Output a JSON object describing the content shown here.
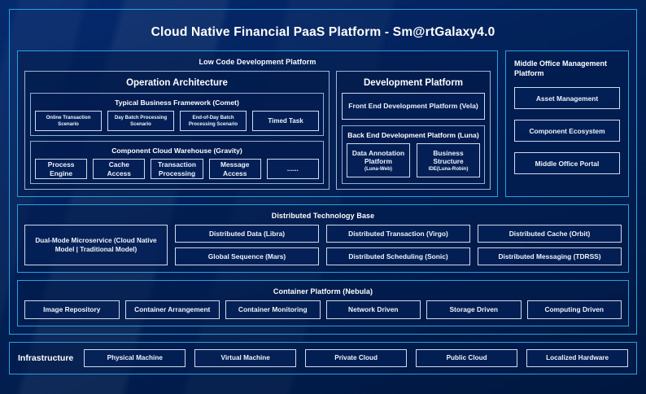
{
  "page": {
    "title": "Cloud Native Financial PaaS Platform - Sm@rtGalaxy4.0",
    "accent_border": "#2a9fe0",
    "panel_border": "#9bb7da",
    "chip_border": "#cddcf0",
    "background": "#001b4d",
    "text_color": "#ffffff"
  },
  "low_code": {
    "band_title": "Low Code Development Platform",
    "operation_architecture": {
      "title": "Operation Architecture",
      "typical_business_framework": {
        "title": "Typical Business Framework (Comet)",
        "items": [
          "Online Transaction Scenario",
          "Day Batch Processing Scenario",
          "End-of-Day Batch Processing Scenario",
          "Timed Task"
        ]
      },
      "component_cloud_warehouse": {
        "title": "Component Cloud Warehouse (Gravity)",
        "items": [
          "Process Engine",
          "Cache Access",
          "Transaction Processing",
          "Message Access",
          "......"
        ]
      }
    },
    "development_platform": {
      "title": "Development Platform",
      "front_end": "Front End Development Platform (Vela)",
      "back_end": {
        "title": "Back End Development Platform (Luna)",
        "items": [
          {
            "name": "Data Annotation Platform",
            "sub": "(Luna-Web)"
          },
          {
            "name": "Business Structure",
            "sub": "IDE(Luna-Robin)"
          }
        ]
      }
    }
  },
  "middle_office": {
    "title": "Middle Office Management Platform",
    "items": [
      "Asset Management",
      "Component Ecosystem",
      "Middle Office Portal"
    ]
  },
  "distributed_technology_base": {
    "band_title": "Distributed Technology Base",
    "dual_mode": "Dual-Mode Microservice (Cloud Native Model | Traditional Model)",
    "column_one": [
      "Distributed Data (Libra)",
      "Global Sequence (Mars)"
    ],
    "column_two": [
      "Distributed Transaction (Virgo)",
      "Distributed Scheduling (Sonic)"
    ],
    "column_three": [
      "Distributed Cache (Orbit)",
      "Distributed Messaging (TDRSS)"
    ]
  },
  "container_platform": {
    "band_title": "Container Platform (Nebula)",
    "items": [
      "Image Repository",
      "Container Arrangement",
      "Container Monitoring",
      "Network Driven",
      "Storage Driven",
      "Computing Driven"
    ]
  },
  "infrastructure": {
    "label": "Infrastructure",
    "items": [
      "Physical Machine",
      "Virtual Machine",
      "Private Cloud",
      "Public Cloud",
      "Localized Hardware"
    ]
  }
}
